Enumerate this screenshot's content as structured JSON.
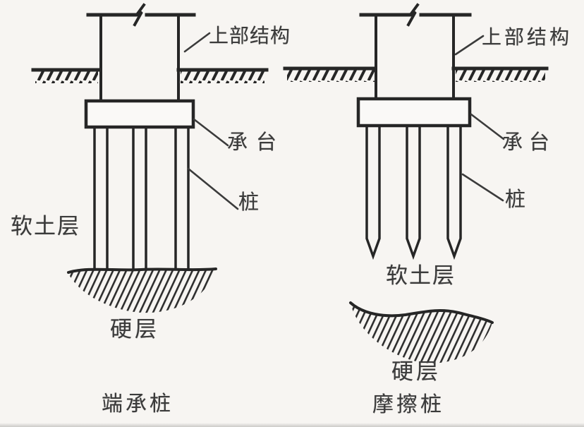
{
  "figure": {
    "subject": "pile-foundation-types-diagram"
  },
  "colors": {
    "background": "#f7f5f2",
    "line": "#262626",
    "text": "#3b3b3b"
  },
  "diagrams": {
    "left": {
      "caption": "端承桩",
      "labels": {
        "superstructure": "上部结构",
        "pile_cap": "承台",
        "pile": "桩",
        "soft_soil": "软土层",
        "hard_layer": "硬层"
      }
    },
    "right": {
      "caption": "摩擦桩",
      "labels": {
        "superstructure": "上部结构",
        "pile_cap": "承台",
        "pile": "桩",
        "soft_soil": "软土层",
        "hard_layer": "硬层"
      }
    }
  }
}
